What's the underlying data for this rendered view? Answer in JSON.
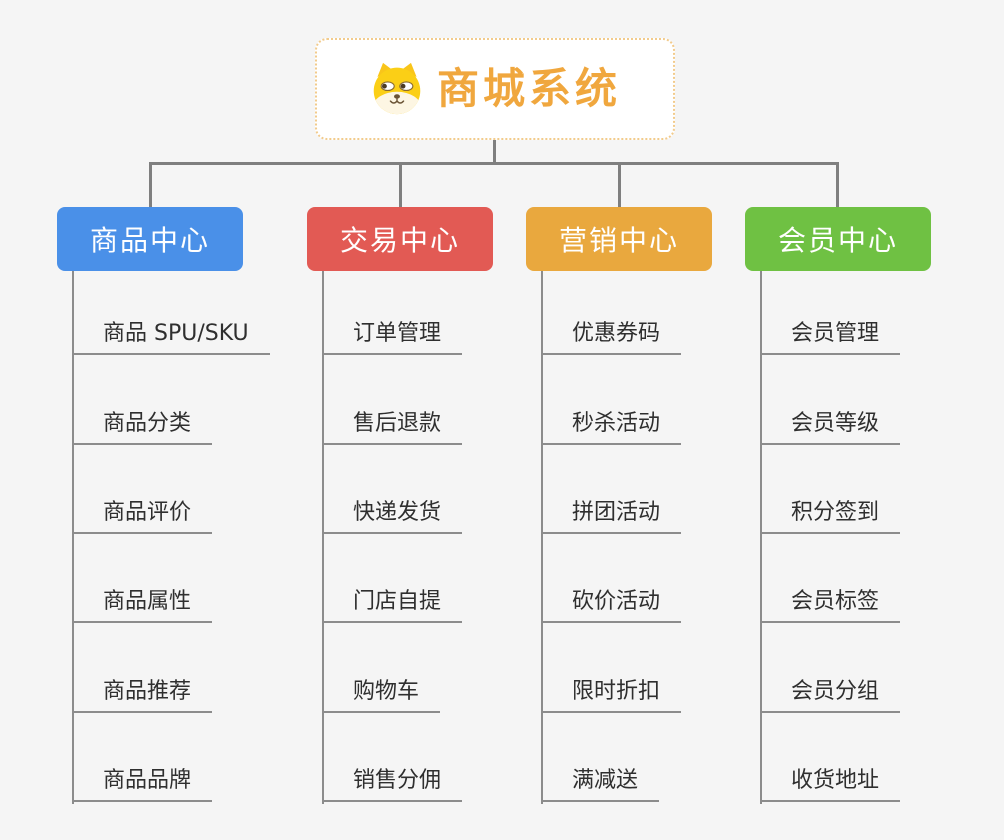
{
  "root": {
    "title": "商城系统",
    "icon": "dog-face-icon"
  },
  "theme": {
    "background": "#f5f5f5",
    "root_border": "#f2cb8c",
    "root_title_color": "#f0a73e",
    "connector_color": "#7f7f7f",
    "leaf_line_color": "#8c8c8c",
    "leaf_text_color": "#2f2f2f"
  },
  "branches": [
    {
      "label": "商品中心",
      "color": "#4a90e8",
      "items": [
        "商品 SPU/SKU",
        "商品分类",
        "商品评价",
        "商品属性",
        "商品推荐",
        "商品品牌"
      ]
    },
    {
      "label": "交易中心",
      "color": "#e25a54",
      "items": [
        "订单管理",
        "售后退款",
        "快递发货",
        "门店自提",
        "购物车",
        "销售分佣"
      ]
    },
    {
      "label": "营销中心",
      "color": "#e9a83e",
      "items": [
        "优惠券码",
        "秒杀活动",
        "拼团活动",
        "砍价活动",
        "限时折扣",
        "满减送"
      ]
    },
    {
      "label": "会员中心",
      "color": "#6fc143",
      "items": [
        "会员管理",
        "会员等级",
        "积分签到",
        "会员标签",
        "会员分组",
        "收货地址"
      ]
    }
  ]
}
